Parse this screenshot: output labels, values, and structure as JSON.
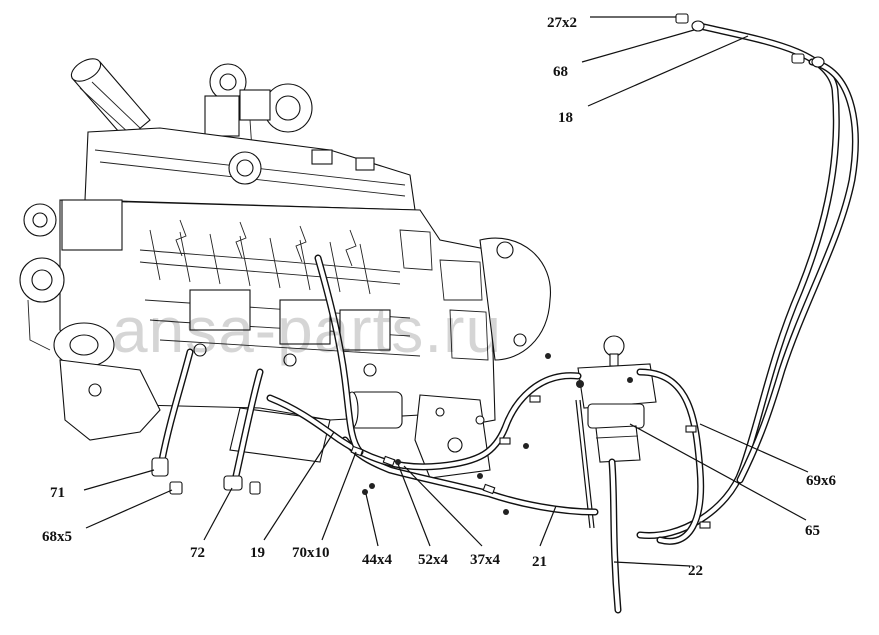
{
  "watermark": "ansa-parts.ru",
  "callouts": [
    {
      "id": "27x2",
      "text": "27x2"
    },
    {
      "id": "68",
      "text": "68"
    },
    {
      "id": "18",
      "text": "18"
    },
    {
      "id": "71",
      "text": "71"
    },
    {
      "id": "68x5",
      "text": "68x5"
    },
    {
      "id": "72",
      "text": "72"
    },
    {
      "id": "19",
      "text": "19"
    },
    {
      "id": "70x10",
      "text": "70x10"
    },
    {
      "id": "44x4",
      "text": "44x4"
    },
    {
      "id": "52x4",
      "text": "52x4"
    },
    {
      "id": "37x4",
      "text": "37x4"
    },
    {
      "id": "21",
      "text": "21"
    },
    {
      "id": "22",
      "text": "22"
    },
    {
      "id": "65",
      "text": "65"
    },
    {
      "id": "69x6",
      "text": "69x6"
    }
  ]
}
